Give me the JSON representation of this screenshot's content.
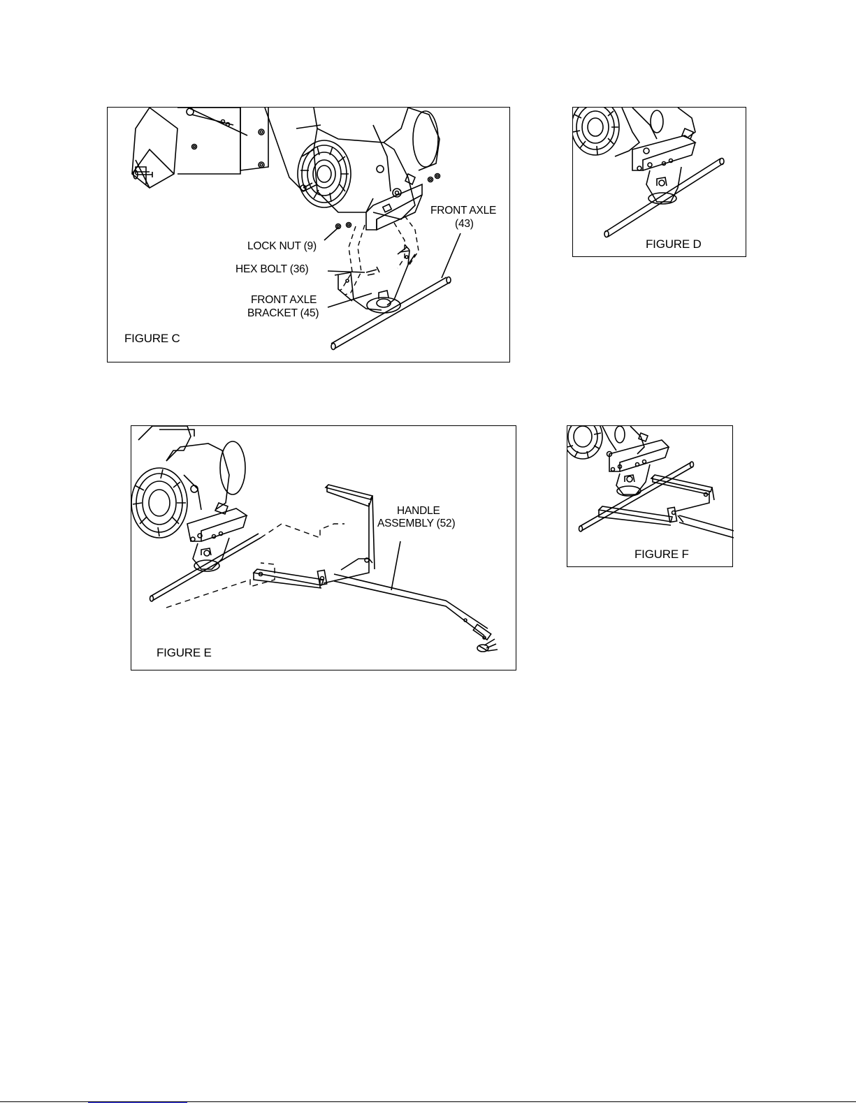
{
  "figures": {
    "c": {
      "caption": "FIGURE C",
      "labels": {
        "lock_nut": "LOCK NUT (9)",
        "hex_bolt": "HEX BOLT (36)",
        "front_axle_line1": "FRONT AXLE",
        "front_axle_line2": "(43)",
        "bracket_line1": "FRONT AXLE",
        "bracket_line2": "BRACKET (45)"
      }
    },
    "d": {
      "caption": "FIGURE D"
    },
    "e": {
      "caption": "FIGURE E",
      "labels": {
        "handle_line1": "HANDLE",
        "handle_line2": "ASSEMBLY (52)"
      }
    },
    "f": {
      "caption": "FIGURE F"
    }
  },
  "colors": {
    "line": "#000000",
    "link": "#0000cc"
  }
}
